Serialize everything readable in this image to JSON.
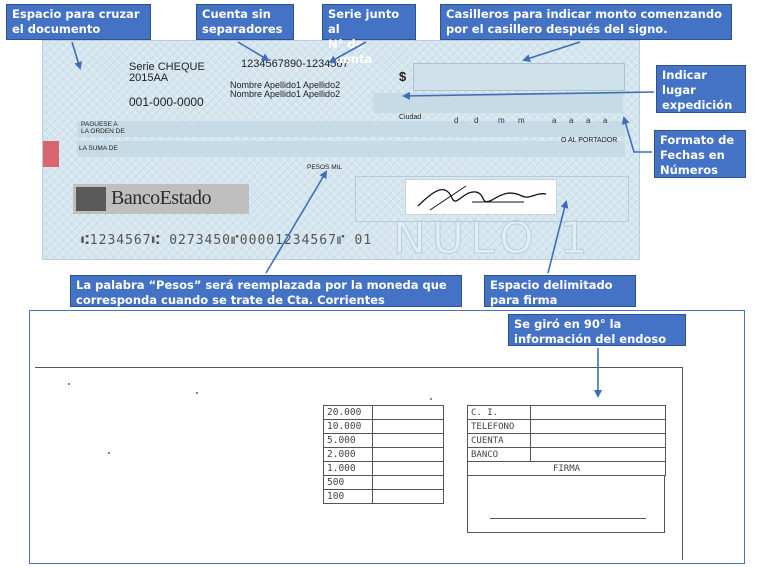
{
  "callouts": {
    "cruzar": "Espacio para cruzar\nel documento",
    "cuenta": "Cuenta sin\nseparadores",
    "serie": "Serie junto al\nN° de cuenta",
    "casilleros": "Casilleros para indicar monto  comenzando\npor el casillero después del signo.",
    "lugar": "Indicar lugar\nexpedición\ndel cheque",
    "fechas": "Formato de\nFechas en\nNúmeros",
    "pesos": "La palabra “Pesos” será reemplazada por la moneda que\ncorresponda cuando se trate de Cta. Corrientes Extranjeras.",
    "firma": "Espacio delimitado\npara firma",
    "endoso": "Se giró en 90° la\ninformación del endoso"
  },
  "cheque": {
    "serie_label": "Serie CHEQUE",
    "serie_code": "2015AA",
    "cheque_number": "001-000-0000",
    "account_number": "1234567890-1234567",
    "holder_1": "Nombre Apellido1 Apellido2",
    "holder_2": "Nombre Apellido1 Apellido2",
    "currency_sign": "$",
    "ciudad_label": "Ciudad",
    "date_letters": [
      "d",
      "d",
      "m",
      "m",
      "a",
      "a",
      "a",
      "a"
    ],
    "paguese_1": "PAGUESE A",
    "paguese_2": "LA ORDEN DE",
    "portador": "O AL PORTADOR",
    "suma_label": "LA SUMA DE",
    "pesos_label": "PESOS MIL",
    "bank_name": "BancoEstado",
    "micr": "⑆1234567⑆ 0273450⑈00001234567⑈ 01",
    "watermark": "NULO 1"
  },
  "endorsement": {
    "denominations": [
      "20.000",
      "10.000",
      "5.000",
      "2.000",
      "1.000",
      "500",
      "100"
    ],
    "fields": [
      "C. I.",
      "TELEFONO",
      "CUENTA",
      "BANCO"
    ],
    "firma_label": "FIRMA"
  },
  "colors": {
    "callout_blue": "#4472c4",
    "arrow_blue": "#3f6fb8",
    "cheque_bg": "#d6e6ef"
  }
}
